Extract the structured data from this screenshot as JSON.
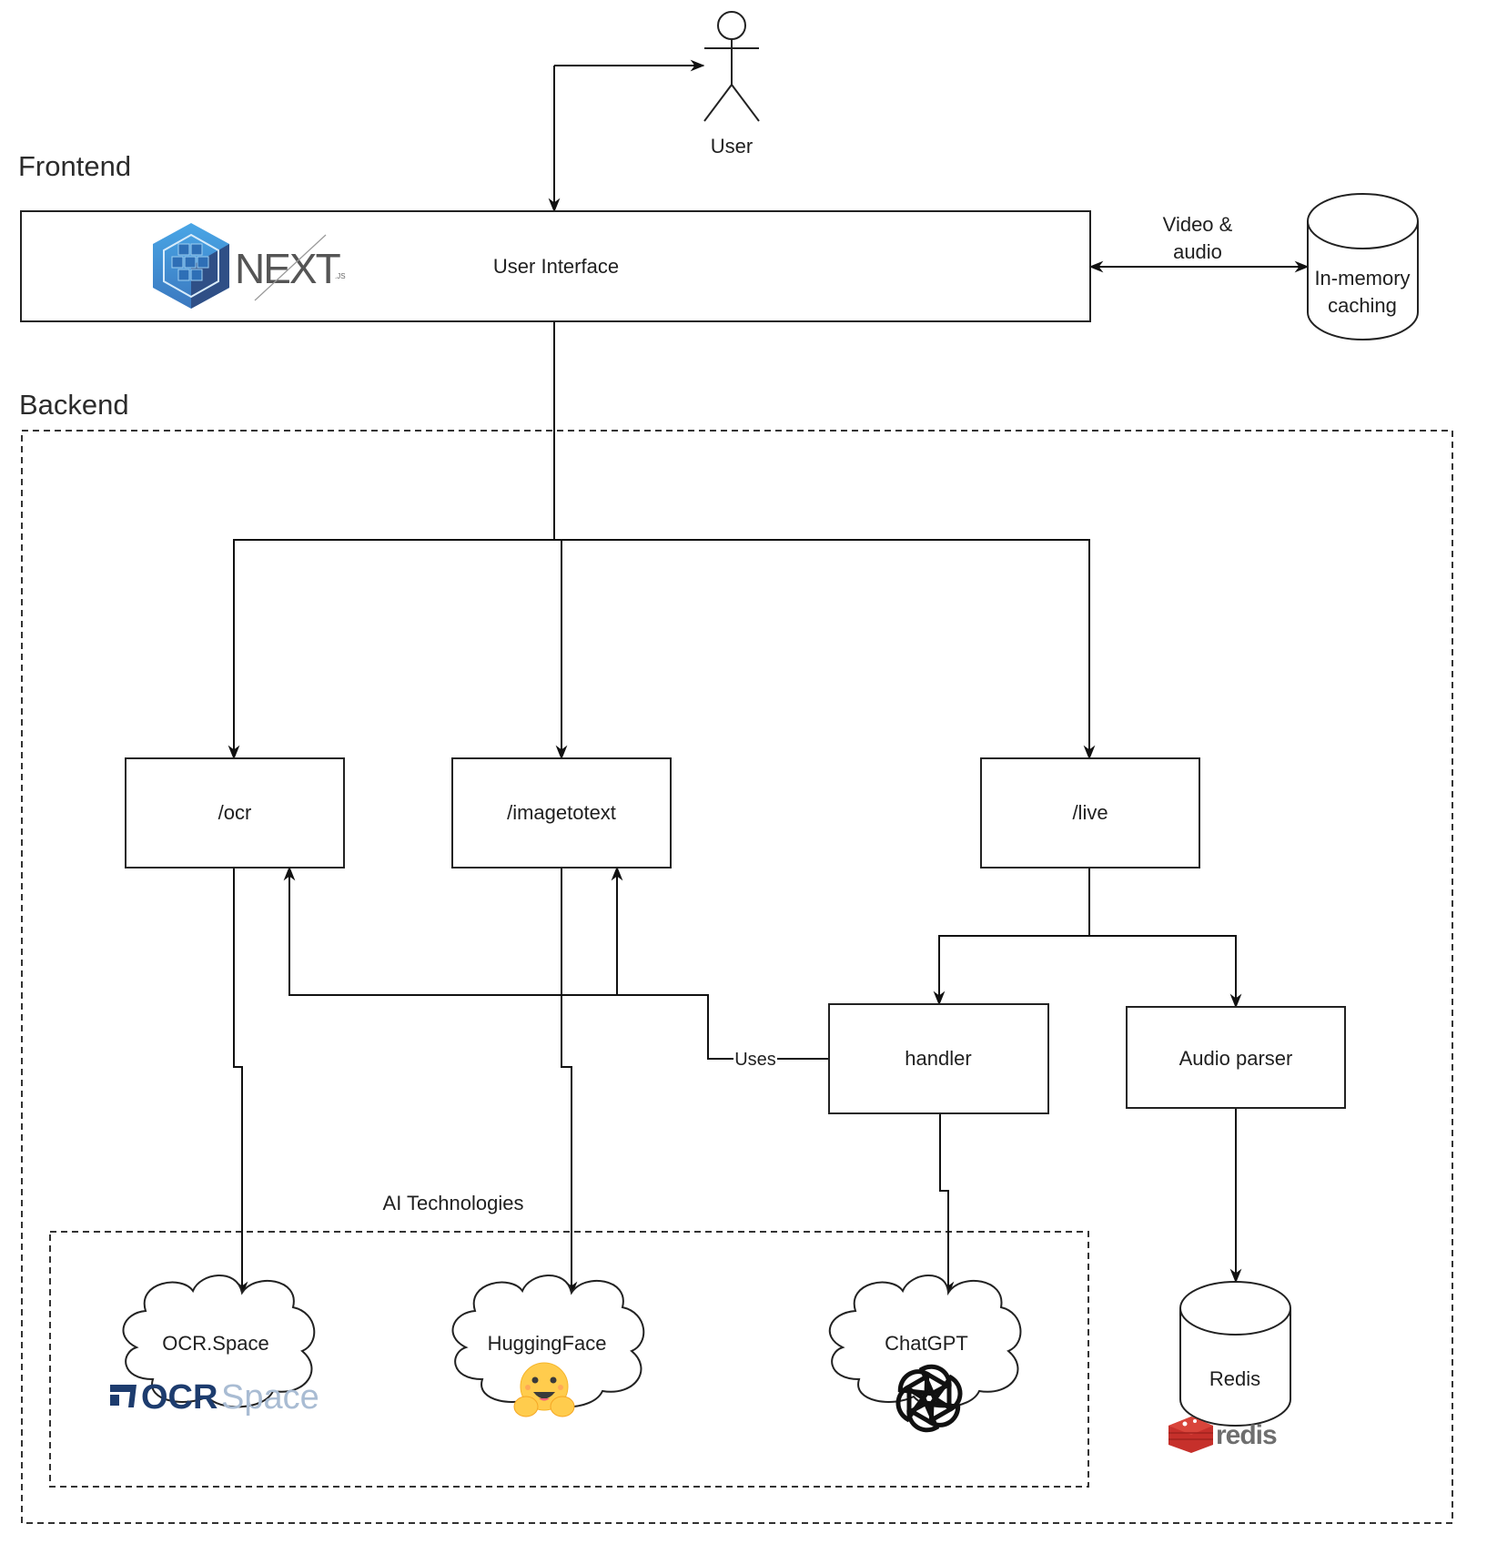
{
  "diagram": {
    "sections": {
      "frontend": "Frontend",
      "backend": "Backend",
      "ai_group": "AI Technologies"
    },
    "actor": {
      "label": "User",
      "icon": "stick-figure-actor-icon"
    },
    "nodes": {
      "user_interface": {
        "label": "User Interface",
        "logo": "nextjs-logo",
        "logo_text": "NEXT",
        "logo_suffix": ".JS",
        "brand_color": "#3d86cf"
      },
      "cache": {
        "label_line1": "In-memory",
        "label_line2": "caching",
        "shape": "cylinder"
      },
      "ocr": {
        "label": "/ocr"
      },
      "imagetotext": {
        "label": "/imagetotext"
      },
      "live": {
        "label": "/live"
      },
      "handler": {
        "label": "handler"
      },
      "audio_parser": {
        "label": "Audio parser"
      },
      "ocr_space": {
        "label": "OCR.Space",
        "logo_text_bold": "OCR",
        "logo_text_light": "Space",
        "brand_color": "#1d3c6e",
        "light_color": "#a9bcd3"
      },
      "huggingface": {
        "label": "HuggingFace",
        "logo": "hugging-face-emoji",
        "brand_color": "#ffcc4d"
      },
      "chatgpt": {
        "label": "ChatGPT",
        "logo": "openai-logo"
      },
      "redis": {
        "label": "Redis",
        "logo_text": "redis",
        "brand_color": "#c6302b"
      }
    },
    "edges": [
      {
        "from": "user_interface",
        "to": "user",
        "bidirectional": true,
        "label": ""
      },
      {
        "from": "user_interface",
        "to": "cache",
        "bidirectional": true,
        "label_line1": "Video &",
        "label_line2": "audio"
      },
      {
        "from": "user_interface",
        "to": "ocr",
        "label": ""
      },
      {
        "from": "user_interface",
        "to": "imagetotext",
        "label": ""
      },
      {
        "from": "user_interface",
        "to": "live",
        "label": ""
      },
      {
        "from": "live",
        "to": "handler",
        "label": ""
      },
      {
        "from": "live",
        "to": "audio_parser",
        "label": ""
      },
      {
        "from": "handler",
        "to": "ocr",
        "label": "Uses"
      },
      {
        "from": "handler",
        "to": "imagetotext",
        "label": "Uses"
      },
      {
        "from": "ocr",
        "to": "ocr_space",
        "label": ""
      },
      {
        "from": "imagetotext",
        "to": "huggingface",
        "label": ""
      },
      {
        "from": "handler",
        "to": "chatgpt",
        "label": ""
      },
      {
        "from": "audio_parser",
        "to": "redis",
        "label": ""
      }
    ],
    "uses_label": "Uses",
    "video_audio_line1": "Video &",
    "video_audio_line2": "audio"
  }
}
